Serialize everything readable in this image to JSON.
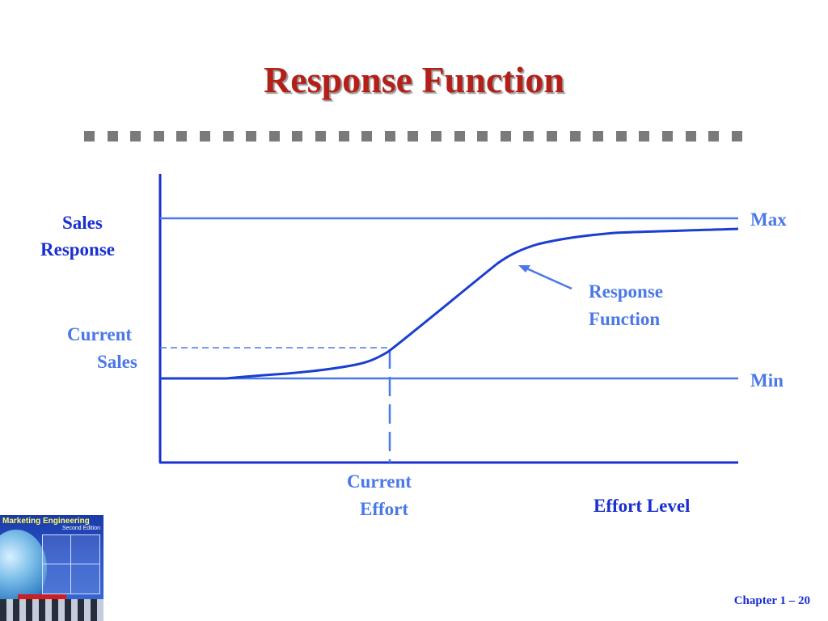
{
  "slide": {
    "title": "Response Function",
    "footer": "Chapter 1 – 20"
  },
  "diagram": {
    "y_axis_label_line1": "Sales",
    "y_axis_label_line2": "Response",
    "x_axis_label": "Effort Level",
    "max_label": "Max",
    "min_label": "Min",
    "current_sales_line1": "Current",
    "current_sales_line2": "Sales",
    "current_effort_line1": "Current",
    "current_effort_line2": "Effort",
    "curve_label_line1": "Response",
    "curve_label_line2": "Function"
  },
  "book": {
    "title": "Marketing Engineering",
    "subtitle": "Second Edition"
  },
  "colors": {
    "title": "#b3201a",
    "axis": "#1a2fd0",
    "reference_lines": "#4a78e8",
    "curve": "#1a3fd0"
  }
}
